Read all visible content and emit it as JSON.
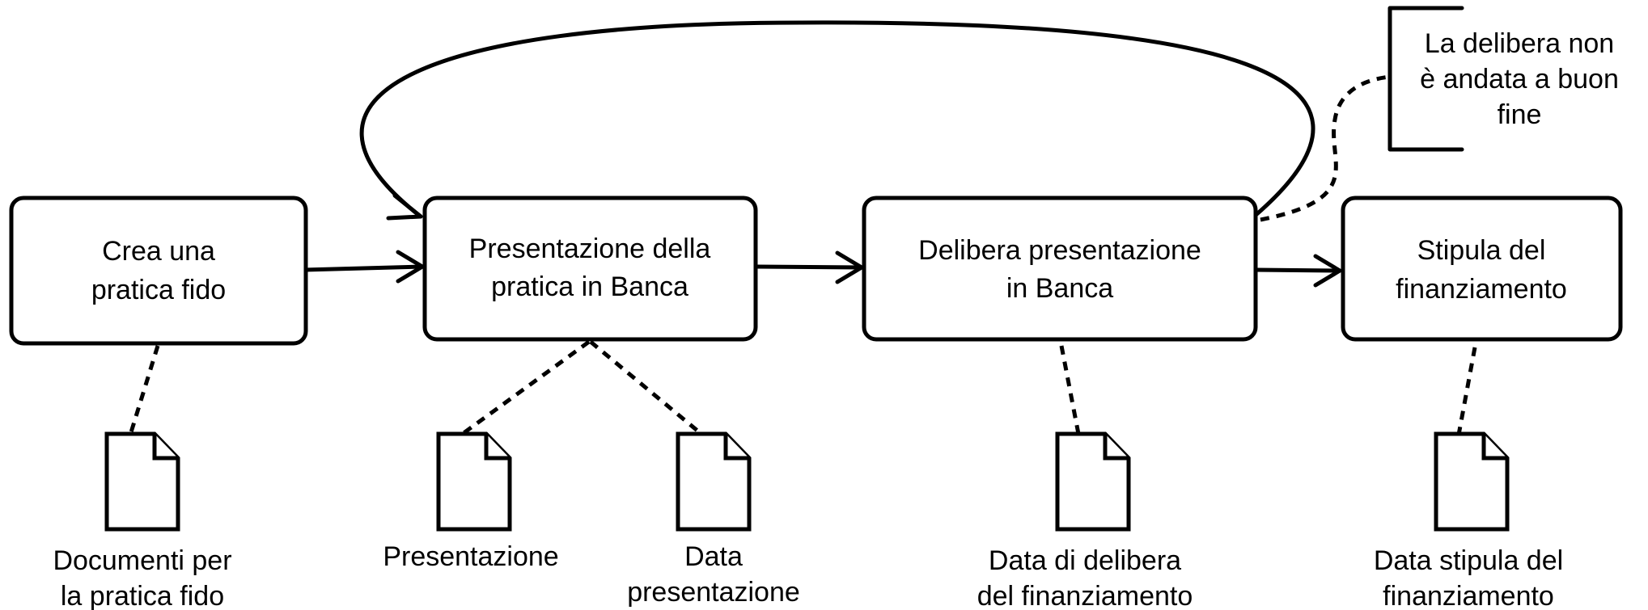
{
  "steps": [
    {
      "line1": "Crea una",
      "line2": "pratica fido"
    },
    {
      "line1": "Presentazione della",
      "line2": "pratica in Banca"
    },
    {
      "line1": "Delibera presentazione",
      "line2": "in Banca"
    },
    {
      "line1": "Stipula del",
      "line2": "finanziamento"
    }
  ],
  "annotation": {
    "line1": "La delibera non",
    "line2": "è andata a buon",
    "line3": "fine"
  },
  "documents": [
    {
      "line1": "Documenti per",
      "line2": "la pratica fido"
    },
    {
      "line1": "Presentazione",
      "line2": ""
    },
    {
      "line1": "Data",
      "line2": "presentazione"
    },
    {
      "line1": "Data di delibera",
      "line2": "del finanziamento"
    },
    {
      "line1": "Data stipula del",
      "line2": "finanziamento"
    }
  ],
  "colors": {
    "stroke": "#000000",
    "background": "#ffffff"
  }
}
